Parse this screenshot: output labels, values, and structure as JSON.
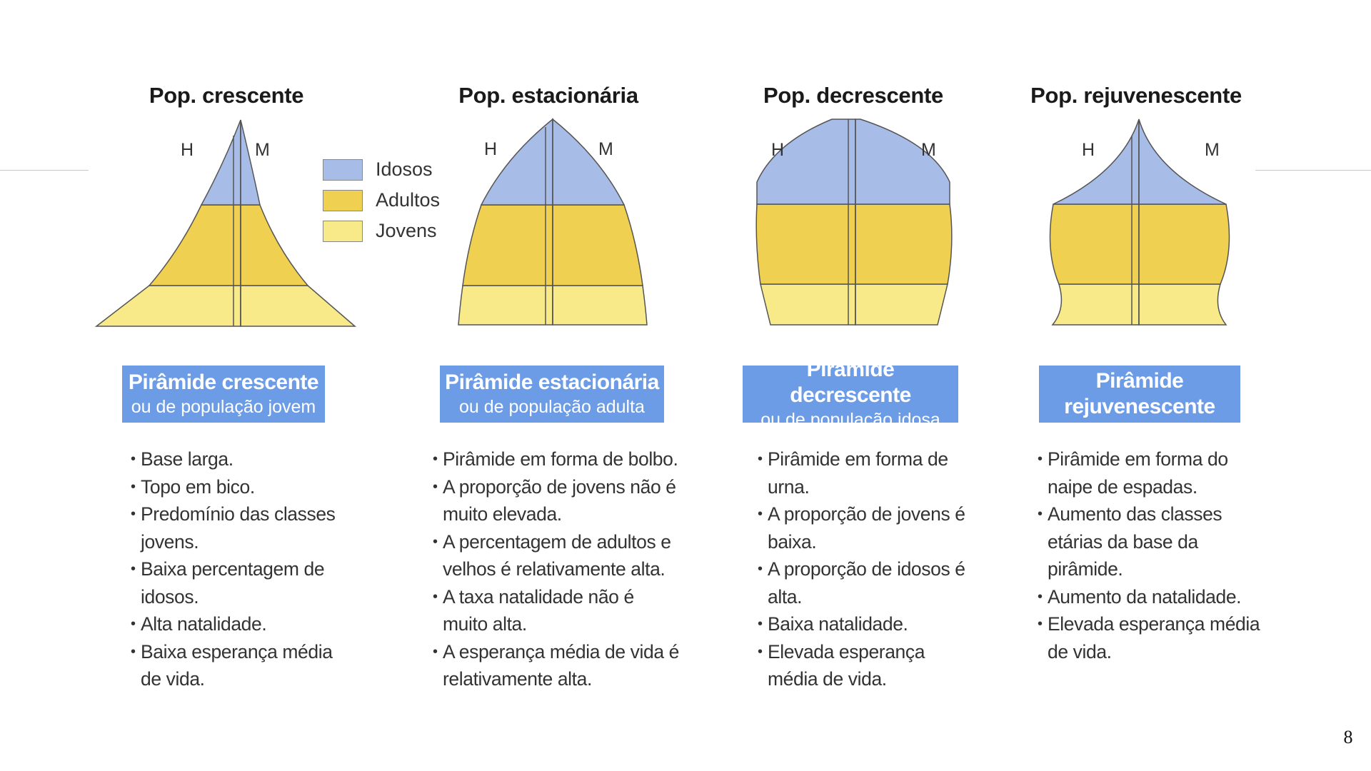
{
  "legend": {
    "items": [
      {
        "label": "Idosos",
        "color": "#a8bce8"
      },
      {
        "label": "Adultos",
        "color": "#f0d050"
      },
      {
        "label": "Jovens",
        "color": "#f8ea88"
      }
    ]
  },
  "pyramids": [
    {
      "title": "Pop. crescente",
      "left_label": "H",
      "right_label": "M",
      "type_title": "Pirâmide crescente",
      "type_subtitle": "ou de população jovem",
      "bullets": [
        "Base larga.",
        "Topo em bico.",
        "Predomínio das classes jovens.",
        "Baixa percentagem de idosos.",
        "Alta natalidade.",
        "Baixa esperança média de vida."
      ]
    },
    {
      "title": "Pop. estacionária",
      "left_label": "H",
      "right_label": "M",
      "type_title": "Pirâmide estacionária",
      "type_subtitle": "ou de população adulta",
      "bullets": [
        "Pirâmide em forma de bolbo.",
        "A proporção de jovens não é muito elevada.",
        "A percentagem de adultos e velhos é relativamente alta.",
        "A taxa natalidade não é muito alta.",
        "A esperança média de vida é relativamente alta."
      ]
    },
    {
      "title": "Pop. decrescente",
      "left_label": "H",
      "right_label": "M",
      "type_title": "Pirâmide decrescente",
      "type_subtitle": "ou de população idosa",
      "bullets": [
        "Pirâmide em forma de urna.",
        "A proporção de jovens é baixa.",
        "A proporção de idosos é alta.",
        "Baixa natalidade.",
        "Elevada esperança média de vida."
      ]
    },
    {
      "title": "Pop. rejuvenescente",
      "left_label": "H",
      "right_label": "M",
      "type_title": "Pirâmide rejuvenescente",
      "type_subtitle": "",
      "bullets": [
        "Pirâmide em forma do naipe de espadas.",
        "Aumento das classes etárias da base da pirâmide.",
        "Aumento da natalidade.",
        "Elevada esperança média de vida."
      ]
    }
  ],
  "page_number": "8"
}
